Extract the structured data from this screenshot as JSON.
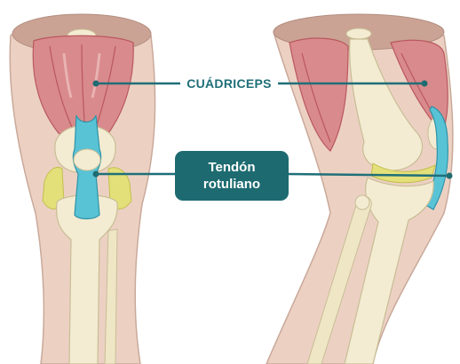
{
  "labels": {
    "quadriceps": "CUÁDRICEPS",
    "tendon_line1": "Tendón",
    "tendon_line2": "rotuliano"
  },
  "colors": {
    "skin": "#ecd1c3",
    "skin_outline": "#c9a99a",
    "muscle": "#d98a8c",
    "muscle_dark": "#b9585e",
    "bone": "#f3ecd2",
    "bone_outline": "#c8bd95",
    "tendon": "#59c3d6",
    "cartilage": "#e3e07a",
    "label_teal": "#1d6b70",
    "leader_line": "#1f6f78"
  }
}
